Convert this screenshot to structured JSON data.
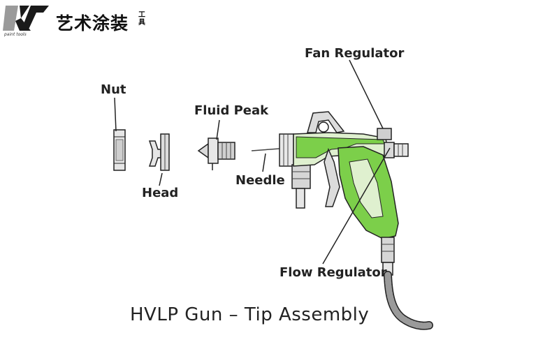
{
  "logo": {
    "brand_text": "艺术涂装",
    "small_text": "工具",
    "tagline": "paint tools",
    "colors": {
      "mark_gray": "#9a9a9a",
      "mark_dark": "#1a1a1a"
    }
  },
  "labels": {
    "fan_regulator": "Fan Regulator",
    "nut": "Nut",
    "fluid_peak": "Fluid Peak",
    "head": "Head",
    "needle": "Needle",
    "flow_regulator": "Flow Regulator"
  },
  "caption": "HVLP Gun  –  Tip Assembly",
  "colors": {
    "gun_green": "#7ccf4a",
    "gun_light": "#dff0cf",
    "metal_light": "#d9d9d9",
    "metal_dark": "#8a8a8a",
    "outline": "#222222"
  }
}
